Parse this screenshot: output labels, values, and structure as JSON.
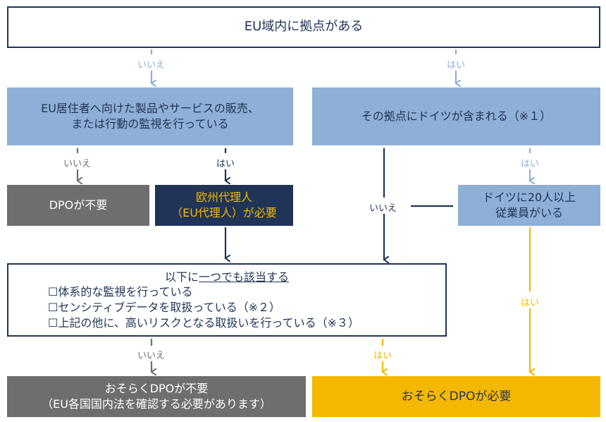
{
  "top_box": {
    "text": "EU域内に拠点がある"
  },
  "left_q": {
    "line1": "EU居住者へ向けた製品やサービスの販売、",
    "line2": "または行動の監視を行っている"
  },
  "right_q": {
    "text": "その拠点にドイツが含まれる（※１）"
  },
  "dpo_not_needed": {
    "text": "DPOが不要"
  },
  "eu_rep": {
    "line1": "欧州代理人",
    "line2": "（EU代理人）が必要"
  },
  "germany_q": {
    "line1": "ドイツに20人以上",
    "line2": "従業員がいる"
  },
  "conditions": {
    "title_pre": "以下に",
    "title_underlined": "一つでも該当する",
    "items": [
      "☐体系的な監視を行っている",
      "☐センシティブデータを取扱っている（※２）",
      "☐上記の他に、高いリスクとなる取扱いを行っている（※３）"
    ]
  },
  "maybe_not_needed": {
    "line1": "おそらくDPOが不要",
    "line2": "（EU各国国内法を確認する必要があります）"
  },
  "maybe_needed": {
    "text": "おそらくDPOが必要"
  },
  "labels": {
    "no": "いいえ",
    "yes": "はい"
  },
  "colors": {
    "navy": "#1f3457",
    "light_blue": "#8eafd6",
    "gray": "#6e6e6e",
    "gold": "#f5b800"
  }
}
